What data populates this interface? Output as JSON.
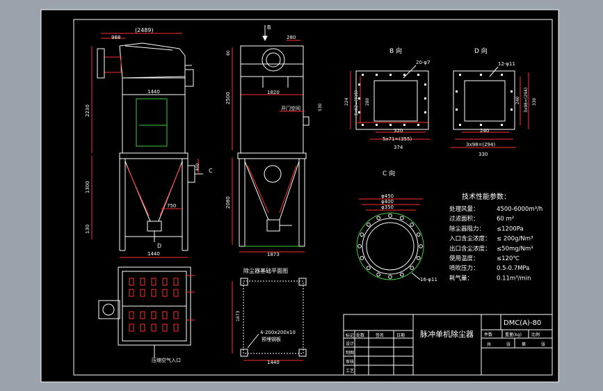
{
  "colors": {
    "background": "#9aa2ab",
    "sheet": "#000000",
    "line": "#ffffff",
    "accent_red": "#ff3030",
    "accent_green": "#40d040",
    "accent_yellow": "#ffff40"
  },
  "views": {
    "front": {
      "dim_top": "(2489)",
      "dim_988": "988",
      "dim_1440_upper": "1440",
      "dim_2230": "2230",
      "dim_1300": "1300",
      "dim_130": "130",
      "dim_750": "750",
      "dim_1440_bottom": "1440",
      "arrow_d": "D",
      "arrow_c": "C",
      "dim_400": "400"
    },
    "side": {
      "arrow_b": "B",
      "dim_280": "280",
      "dim_2500": "2500",
      "dim_1820": "1820",
      "door_label": "开门空间",
      "dim_530": "530",
      "dim_2080": "2080",
      "dim_1873": "1873",
      "dim_80": "80"
    },
    "b_view": {
      "title": "B 向",
      "hole_spec": "20-φ7",
      "dim_224": "224",
      "dim_5x62": "5x62=(315)",
      "dim_280": "280",
      "dim_320": "320",
      "dim_5x71": "5x71=(355)",
      "dim_374": "374"
    },
    "d_view": {
      "title": "D 向",
      "hole_spec": "12-φ11",
      "dim_240": "240",
      "dim_3x98v": "3x98=(294)",
      "dim_330v": "330",
      "dim_240b": "240",
      "dim_3x98": "3x98=(294)",
      "dim_330": "330"
    },
    "c_view": {
      "title": "C 向",
      "dim_450": "φ450",
      "dim_400": "φ400",
      "dim_350": "φ350",
      "hole_spec": "16-φ11"
    },
    "base_plan": {
      "title": "除尘器基础平面图",
      "dim_1873": "1873",
      "plate_spec": "4-200x200x10",
      "plate_note": "预埋钢板",
      "dim_1440": "1440"
    },
    "top_view": {
      "label": "压缩空气入口"
    }
  },
  "specs": {
    "title": "技术性能参数：",
    "rows": [
      {
        "label": "处理风量：",
        "value": "4500-6000m³/h"
      },
      {
        "label": "过滤面积：",
        "value": "60 m²"
      },
      {
        "label": "除尘器阻力：",
        "value": "≤1200Pa"
      },
      {
        "label": "入口含尘浓度：",
        "value": "≤ 200g/Nm³"
      },
      {
        "label": "出口含尘浓度：",
        "value": "≤50mg/Nm³"
      },
      {
        "label": "使用温度：",
        "value": "≤120℃"
      },
      {
        "label": "喷吹压力：",
        "value": "0.5-0.7MPa"
      },
      {
        "label": "耗气量：",
        "value": "0.11m³/min"
      }
    ]
  },
  "title_block": {
    "drawing_name": "脉冲单机除尘器",
    "code": "DMC(A)-80",
    "row_labels": [
      "标记",
      "设计",
      "制图",
      "审核",
      "工艺"
    ],
    "col_labels": [
      "处数",
      "签名",
      "日期"
    ],
    "right_cols": [
      "件数",
      "重量(kg)",
      "比例"
    ],
    "sheet_total": "共",
    "sheet_of": "张",
    "sheet_no": "第",
    "sheet_no_suffix": "张"
  }
}
